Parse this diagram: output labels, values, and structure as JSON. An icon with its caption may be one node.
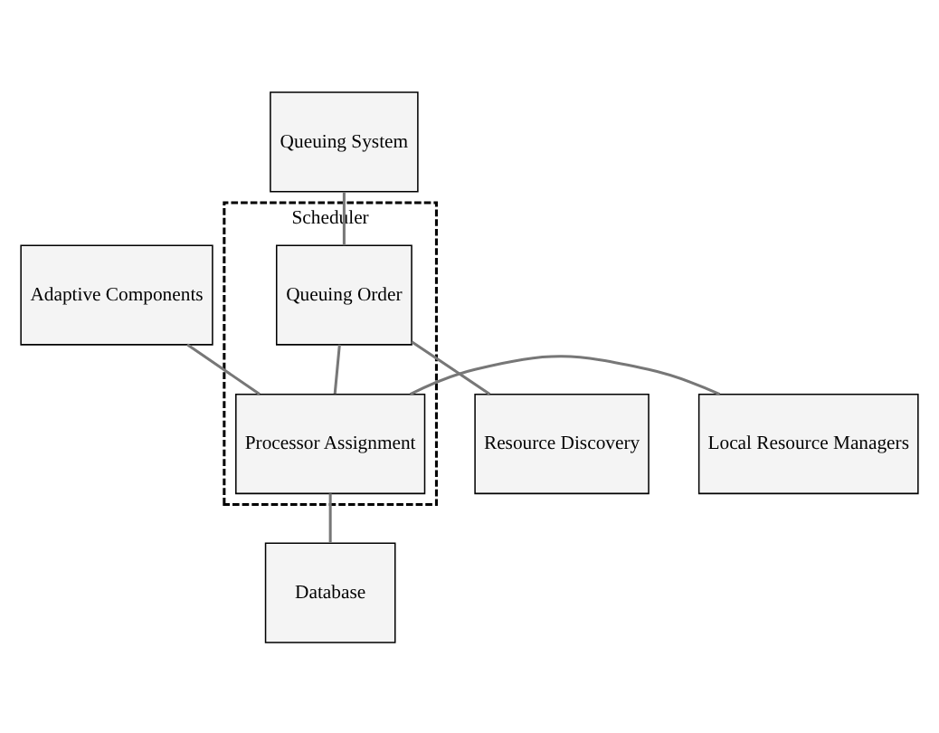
{
  "diagram": {
    "nodes": [
      {
        "text": [
          "Queuing System"
        ]
      },
      {
        "text": [
          "Adaptive Components"
        ]
      },
      {
        "text": [
          "Scheduler"
        ]
      },
      {
        "text": [
          "Queuing Order"
        ],
        "in": 2
      },
      {
        "text": [
          "Processor Assignment"
        ],
        "in": 2
      },
      {
        "text": [
          "Local Resource Managers"
        ]
      },
      {
        "text": [
          "Resource Discovery"
        ]
      },
      {
        "text": [
          "Database"
        ]
      }
    ],
    "edges": [
      {
        "from": 0,
        "to": 3,
        "arrow": "none"
      },
      {
        "from": 1,
        "to": 4,
        "arrow": "none"
      },
      {
        "from": 3,
        "to": 4,
        "arrow": "none"
      },
      {
        "from": 4,
        "to": 5,
        "arrow": "none"
      },
      {
        "from": 3,
        "to": 6,
        "arrow": "none"
      },
      {
        "from": 4,
        "to": 7,
        "arrow": "none"
      }
    ]
  }
}
